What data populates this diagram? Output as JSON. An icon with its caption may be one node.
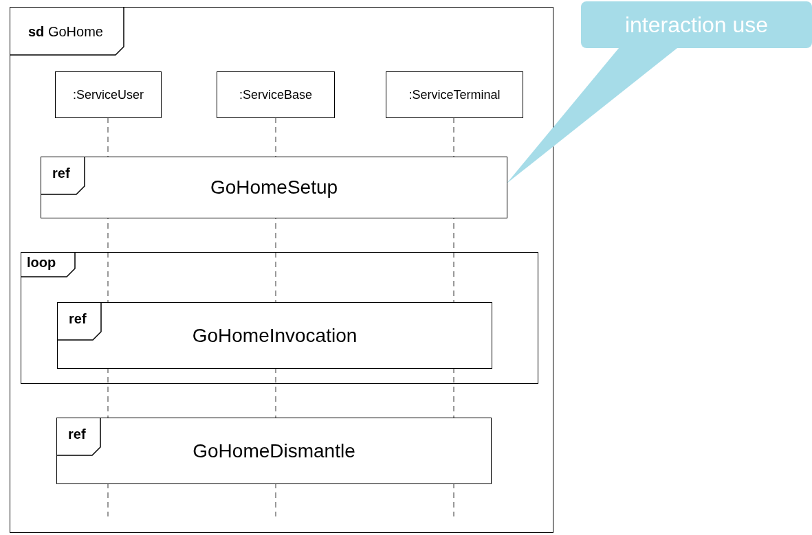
{
  "diagram": {
    "nodes": [
      {
        "text": [
          "**sd** GoHome"
        ]
      },
      {
        "text": [
          ":ServiceUser"
        ],
        "in": 0
      },
      {
        "text": [
          ":ServiceBase"
        ],
        "in": 0
      },
      {
        "text": [
          ":ServiceTerminal"
        ],
        "in": 0
      },
      {
        "text": [
          "ref",
          "GoHomeSetup"
        ],
        "in": 0
      },
      {
        "text": [
          "loop"
        ],
        "in": 0
      },
      {
        "text": [
          "ref",
          "GoHomeInvocation"
        ],
        "in": 5
      },
      {
        "text": [
          "ref",
          "GoHomeDismantle"
        ],
        "in": 0
      },
      {
        "text": [
          "interaction use"
        ]
      }
    ],
    "edges": [
      {
        "from": 8,
        "to": 4,
        "arrow": "none"
      }
    ]
  }
}
